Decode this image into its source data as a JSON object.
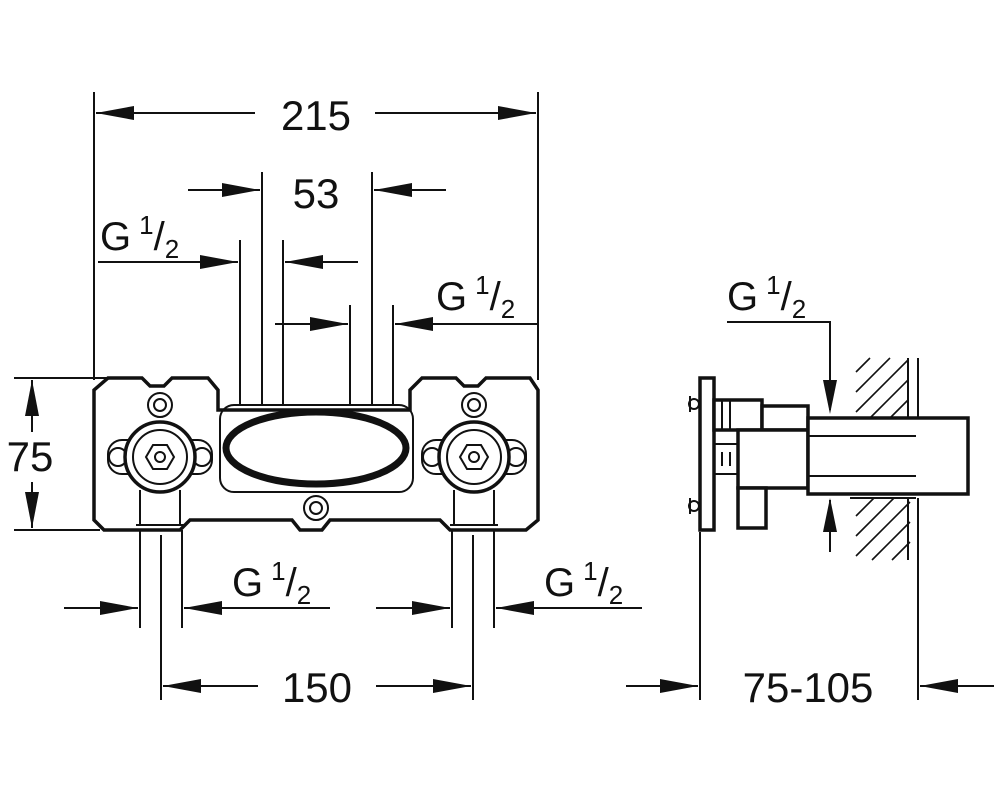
{
  "dimensions": {
    "overall_width": "215",
    "center_opening": "53",
    "height": "75",
    "inlet_spacing": "150",
    "wall_depth_range": "75-105"
  },
  "thread": {
    "letter": "G",
    "numerator": "1",
    "slash": "/",
    "denominator": "2"
  }
}
